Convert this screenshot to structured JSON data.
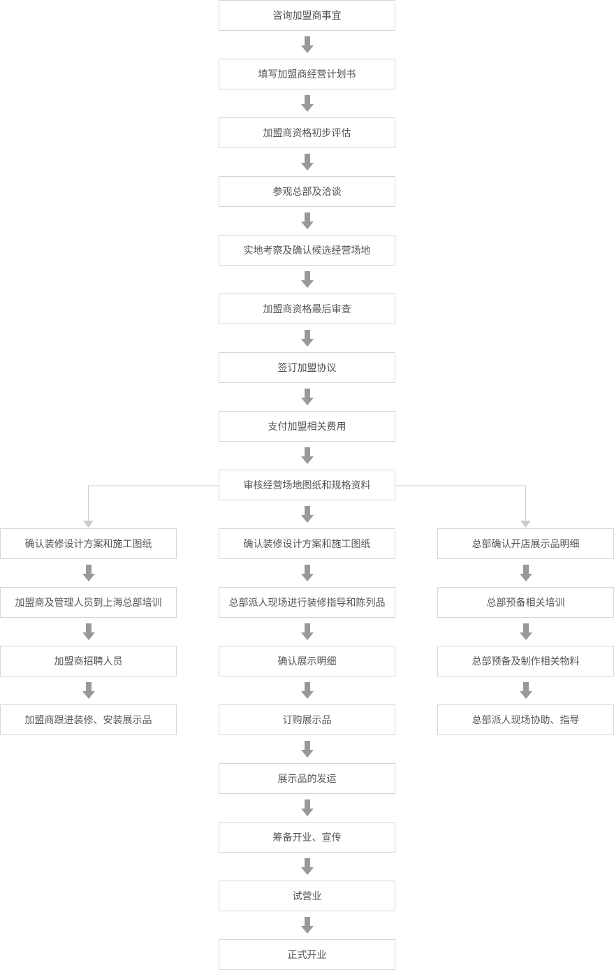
{
  "main_flow": [
    "咨询加盟商事宜",
    "填写加盟商经营计划书",
    "加盟商资格初步评估",
    "参观总部及洽谈",
    "实地考察及确认候选经营场地",
    "加盟商资格最后审查",
    "签订加盟协议",
    "支付加盟相关费用",
    "审核经营场地图纸和规格资料",
    "确认装修设计方案和施工图纸",
    "总部派人现场进行装修指导和陈列品",
    "确认展示明细",
    "订购展示品",
    "展示品的发运",
    "筹备开业、宣传",
    "试营业",
    "正式开业"
  ],
  "left_branch": [
    "确认装修设计方案和施工图纸",
    "加盟商及管理人员到上海总部培训",
    "加盟商招聘人员",
    "加盟商跟进装修、安装展示品"
  ],
  "right_branch": [
    "总部确认开店展示品明细",
    "总部预备相关培训",
    "总部预备及制作相关物料",
    "总部派人现场协助、指导"
  ],
  "colors": {
    "box_border": "#d6d6d6",
    "text": "#555555",
    "arrow": "#999999",
    "branch_arrow": "#cccccc",
    "connector": "#cccccc"
  }
}
